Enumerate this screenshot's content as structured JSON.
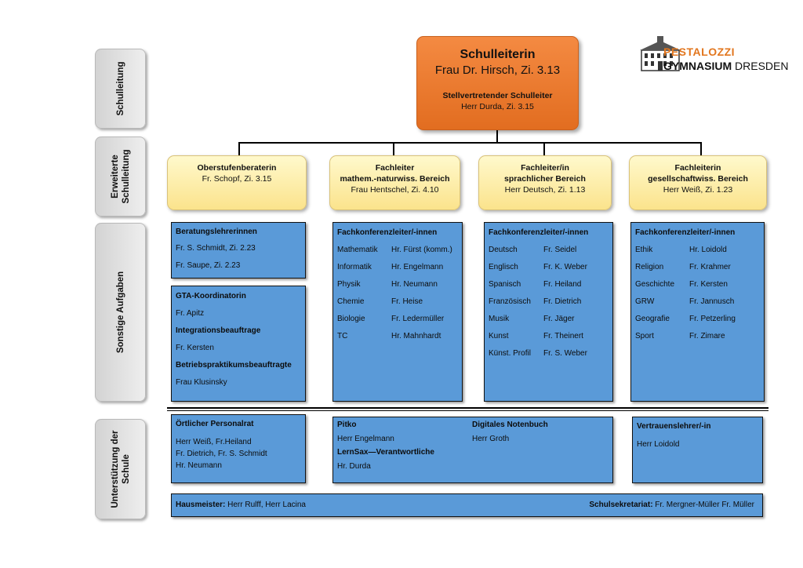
{
  "sidebar": {
    "schulleitung": "Schulleitung",
    "erweiterte": [
      "Erweiterte",
      "Schulleitung"
    ],
    "sonstige": "Sonstige Aufgaben",
    "unterstuetzung": [
      "Unterstützung der",
      "Schule"
    ]
  },
  "logo": {
    "line1": "PESTALOZZI",
    "line2a": "GYMNASIUM",
    "line2b": "DRESDEN",
    "line1_color": "#e2761e"
  },
  "head": {
    "title": "Schulleiterin",
    "name": "Frau Dr. Hirsch, Zi. 3.13",
    "deputy_title": "Stellvertretender Schulleiter",
    "deputy_name": "Herr Durda, Zi. 3.15"
  },
  "extended": [
    {
      "title": "Oberstufenberaterin",
      "line2": "Fr. Schopf, Zi. 3.15",
      "line3": ""
    },
    {
      "title": "Fachleiter",
      "line2": "mathem.-naturwiss. Bereich",
      "line3": "Frau Hentschel, Zi. 4.10"
    },
    {
      "title": "Fachleiter/in",
      "line2": "sprachlicher Bereich",
      "line3": "Herr Deutsch, Zi. 1.13"
    },
    {
      "title": "Fachleiterin",
      "line2": "gesellschaftwiss. Bereich",
      "line3": "Herr Weiß, Zi. 1.23"
    }
  ],
  "beratung": {
    "title": "Beratungslehrerinnen",
    "items": [
      "Fr. S. Schmidt, Zi. 2.23",
      "Fr. Saupe, Zi. 2.23"
    ]
  },
  "gta": {
    "t1": "GTA-Koordinatorin",
    "v1": "Fr. Apitz",
    "t2": "Integrationsbeauftrage",
    "v2": "Fr. Kersten",
    "t3": "Betriebspraktikumsbeauftragte",
    "v3": "Frau Klusinsky"
  },
  "fk_title": "Fachkonferenzleiter/-innen",
  "fk_math": [
    [
      "Mathematik",
      "Hr. Fürst (komm.)"
    ],
    [
      "Informatik",
      "Hr. Engelmann"
    ],
    [
      "Physik",
      "Hr. Neumann"
    ],
    [
      "Chemie",
      "Fr. Heise"
    ],
    [
      "Biologie",
      "Fr. Ledermüller"
    ],
    [
      "TC",
      "Hr. Mahnhardt"
    ]
  ],
  "fk_lang": [
    [
      "Deutsch",
      "Fr. Seidel"
    ],
    [
      "Englisch",
      "Fr. K. Weber"
    ],
    [
      "Spanisch",
      "Fr. Heiland"
    ],
    [
      "Französisch",
      "Fr. Dietrich"
    ],
    [
      "Musik",
      "Fr. Jäger"
    ],
    [
      "Kunst",
      "Fr. Theinert"
    ],
    [
      "Künst. Profil",
      "Fr. S. Weber"
    ]
  ],
  "fk_soc": [
    [
      "Ethik",
      "Hr. Loidold"
    ],
    [
      "Religion",
      "Fr. Krahmer"
    ],
    [
      "Geschichte",
      "Fr. Kersten"
    ],
    [
      "GRW",
      "Fr. Jannusch"
    ],
    [
      "Geografie",
      "Fr. Petzerling"
    ],
    [
      "Sport",
      "Fr. Zimare"
    ]
  ],
  "personalrat": {
    "title": "Örtlicher Personalrat",
    "lines": [
      "Herr Weiß, Fr.Heiland",
      "Fr. Dietrich, Fr. S. Schmidt",
      "Hr. Neumann"
    ]
  },
  "pitko": {
    "t1": "Pitko",
    "v1": "Herr Engelmann",
    "t2": "LernSax—Verantwortliche",
    "v2": "Hr. Durda",
    "t3": "Digitales Notenbuch",
    "v3": "Herr Groth"
  },
  "vertrauen": {
    "title": "Vertrauenslehrer/-in",
    "name": "Herr Loidold"
  },
  "footer": {
    "left_label": "Hausmeister:",
    "left_value": " Herr Rulff, Herr Lacina",
    "right_label": "Schulsekretariat:",
    "right_value": " Fr. Mergner-Müller Fr. Müller"
  }
}
